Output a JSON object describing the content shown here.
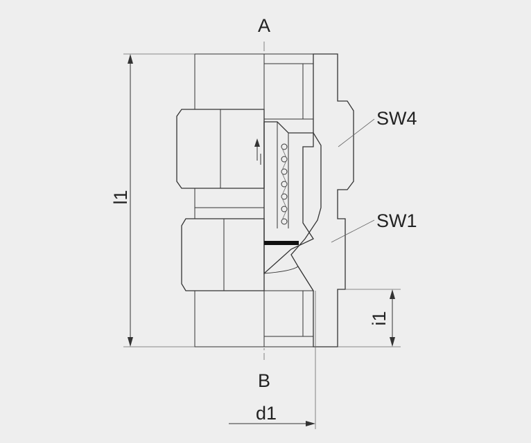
{
  "drawing": {
    "labels": {
      "port_top": "A",
      "port_bottom": "B",
      "hex_upper": "SW4",
      "hex_lower": "SW1",
      "length_total": "l1",
      "thread_depth": "i1",
      "thread_diameter": "d1"
    },
    "colors": {
      "background": "#eeeeee",
      "line": "#333333",
      "hatch": "#c8c8c8",
      "seal": "#111111"
    }
  }
}
